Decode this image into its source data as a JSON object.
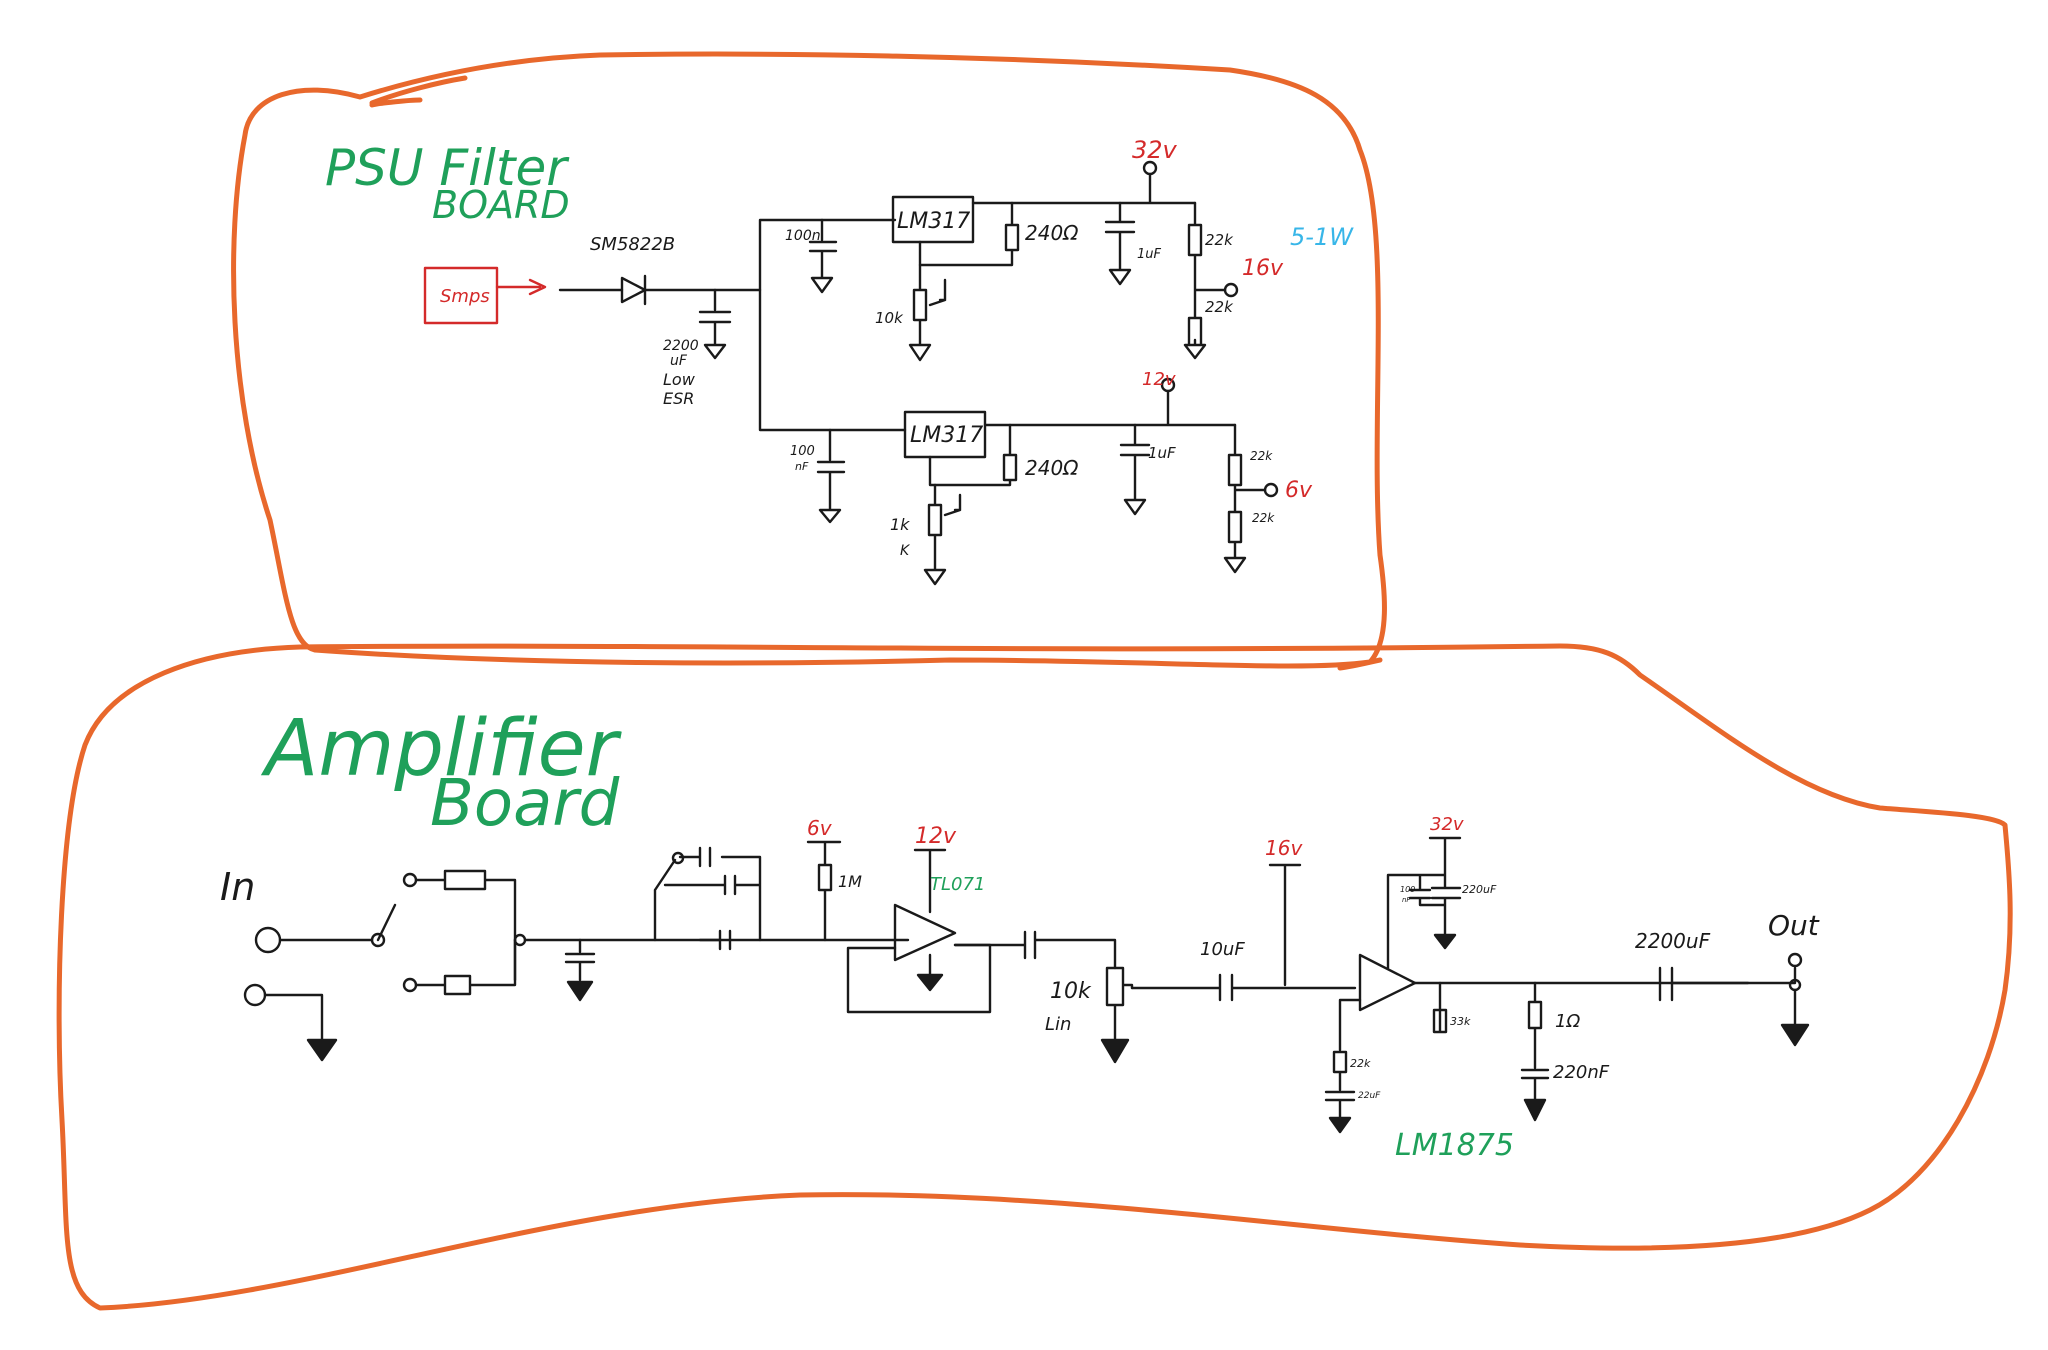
{
  "colors": {
    "ink": "#1a1a1a",
    "border": "#e8682c",
    "title": "#1fa05a",
    "voltage": "#d42a2a",
    "note": "#38b6e8",
    "smps": "#d42a2a"
  },
  "psu": {
    "title_line1": "PSU Filter",
    "title_line2": "BOARD",
    "smps": "Smps",
    "diode": "SM5822B",
    "bulk_cap_1": "2200",
    "bulk_cap_2": "uF",
    "bulk_cap_3": "Low",
    "bulk_cap_4": "ESR",
    "top_reg": "LM317",
    "top_cin": "100n",
    "top_rset": "240Ω",
    "top_cout": "1uF",
    "top_pot": "10k",
    "top_vout": "32v",
    "top_div_r1": "22k",
    "top_div_r2": "22k",
    "top_div_out": "16v",
    "top_note": "5-1W",
    "bot_reg": "LM317",
    "bot_cin_1": "100",
    "bot_cin_2": "nF",
    "bot_rset": "240Ω",
    "bot_cout": "1uF",
    "bot_pot_1": "1k",
    "bot_pot_2": "K",
    "bot_vout": "12v",
    "bot_div_r1": "22k",
    "bot_div_r2": "22k",
    "bot_div_out": "6v"
  },
  "amp": {
    "title_line1": "Amplifier",
    "title_line2": "Board",
    "input_label": "In",
    "bias_v": "6v",
    "bias_r": "1M",
    "opamp_v": "12v",
    "opamp": "TL071",
    "vol_pot_1": "10k",
    "vol_pot_2": "Lin",
    "cap_10uf": "10uF",
    "bias2_v": "16v",
    "pa_v": "32v",
    "pa_cap1_1": "100",
    "pa_cap1_2": "nF",
    "pa_cap2": "220uF",
    "fb_r": "33k",
    "gnd_r": "22k",
    "gnd_c": "22uF",
    "chip": "LM1875",
    "zobel_r": "1Ω",
    "zobel_c": "220nF",
    "out_cap": "2200uF",
    "output_label": "Out"
  }
}
